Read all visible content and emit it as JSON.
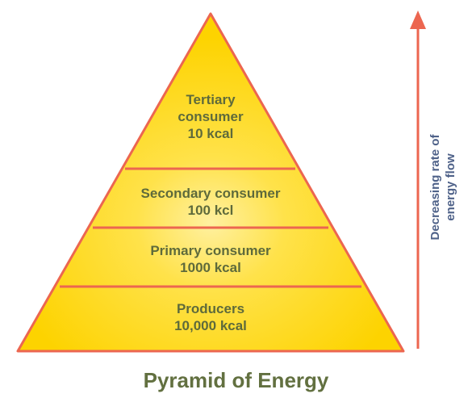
{
  "title": "Pyramid of Energy",
  "arrow_label": {
    "line1": "Decreasing rate of",
    "line2": "energy flow"
  },
  "levels": [
    {
      "line1": "Tertiary",
      "line2": "consumer",
      "line3": "10 kcal"
    },
    {
      "line1": "Secondary consumer",
      "line2": "100 kcl"
    },
    {
      "line1": "Primary consumer",
      "line2": "1000 kcal"
    },
    {
      "line1": "Producers",
      "line2": "10,000 kcal"
    }
  ],
  "colors": {
    "fill": "#fdd300",
    "highlight": "#fff0a0",
    "edge": "#ec6650",
    "arrow": "#ec6650",
    "label_text": "#5e6a3b",
    "arrow_label_text": "#4f6289",
    "title_text": "#627040"
  }
}
